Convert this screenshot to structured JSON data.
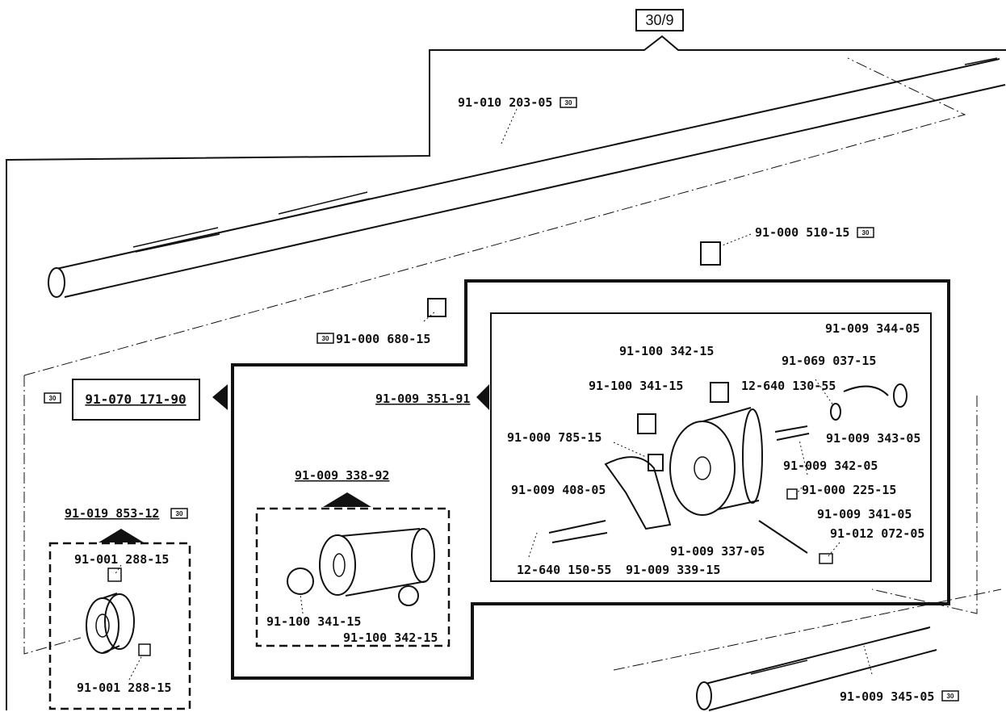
{
  "page_ref": "30/9",
  "ref_icon_text": "30",
  "labels": {
    "shaft_main": "91-010 203-05",
    "screw_top": "91-000 510-15",
    "plug_680": "91-000 680-15",
    "assembly_ref": "91-070 171-90",
    "collar_assembly": "91-019 853-12",
    "collar_screw_top": "91-001 288-15",
    "collar_screw_bottom": "91-001 288-15",
    "sub_assembly_92": "91-009 338-92",
    "sub92_screw_left": "91-100 341-15",
    "sub92_screw_right": "91-100 342-15",
    "assembly_91": "91-009 351-91",
    "part_344": "91-009 344-05",
    "screw_342_15": "91-100 342-15",
    "part_069_037": "91-069 037-15",
    "screw_341_15": "91-100 341-15",
    "ring_130_55": "12-640 130-55",
    "spring_343": "91-009 343-05",
    "screw_785": "91-000 785-15",
    "pin_342_05": "91-009 342-05",
    "pin_408": "91-009 408-05",
    "screw_225": "91-000 225-15",
    "spring_341_05": "91-009 341-05",
    "pin_012_072": "91-012 072-05",
    "ring_150_55": "12-640 150-55",
    "lever_339": "91-009 339-15",
    "body_337": "91-009 337-05",
    "shaft_345": "91-009 345-05"
  }
}
